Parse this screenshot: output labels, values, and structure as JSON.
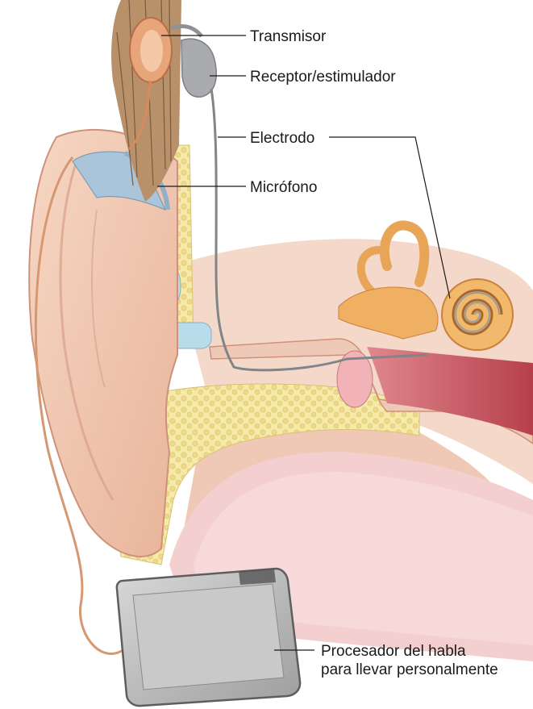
{
  "labels": {
    "transmisor": "Transmisor",
    "receptor": "Receptor/estimulador",
    "electrodo": "Electrodo",
    "microfono": "Micrófono",
    "procesador_line1": "Procesador del habla",
    "procesador_line2": "para llevar personalmente"
  },
  "colors": {
    "skin": "#f0c4aa",
    "skin_dark": "#d99a80",
    "fat": "#f3e6a3",
    "bone_cavity": "#b9dcea",
    "canal": "#c0505a",
    "device": "#b9b9b9",
    "hair": "#8a6a4a",
    "leader_line": "#1a1a1a"
  }
}
